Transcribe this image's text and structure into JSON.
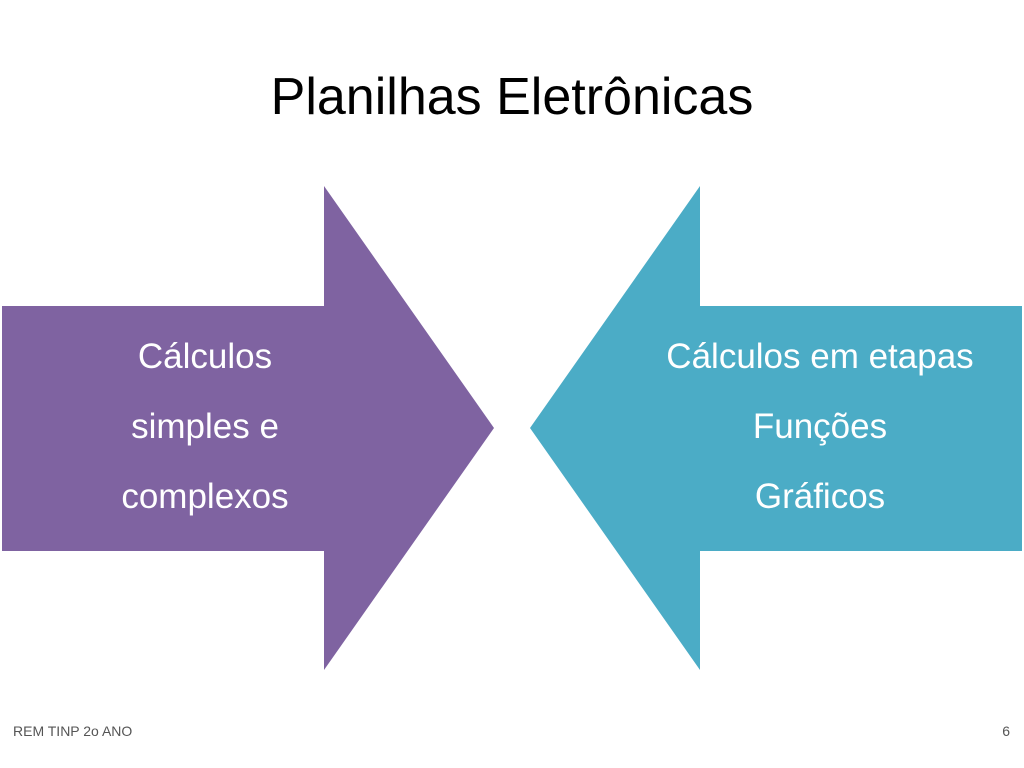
{
  "title": "Planilhas Eletrônicas",
  "colors": {
    "left_arrow": "#7f63a1",
    "right_arrow": "#4bacc6",
    "arrow_text": "#ffffff"
  },
  "left_arrow": {
    "lines": [
      "Cálculos",
      "simples e",
      "complexos"
    ]
  },
  "right_arrow": {
    "lines": [
      "Cálculos em etapas",
      "Funções",
      "Gráficos"
    ]
  },
  "footer": {
    "left": "REM TINP 2o ANO",
    "page_number": "6"
  }
}
